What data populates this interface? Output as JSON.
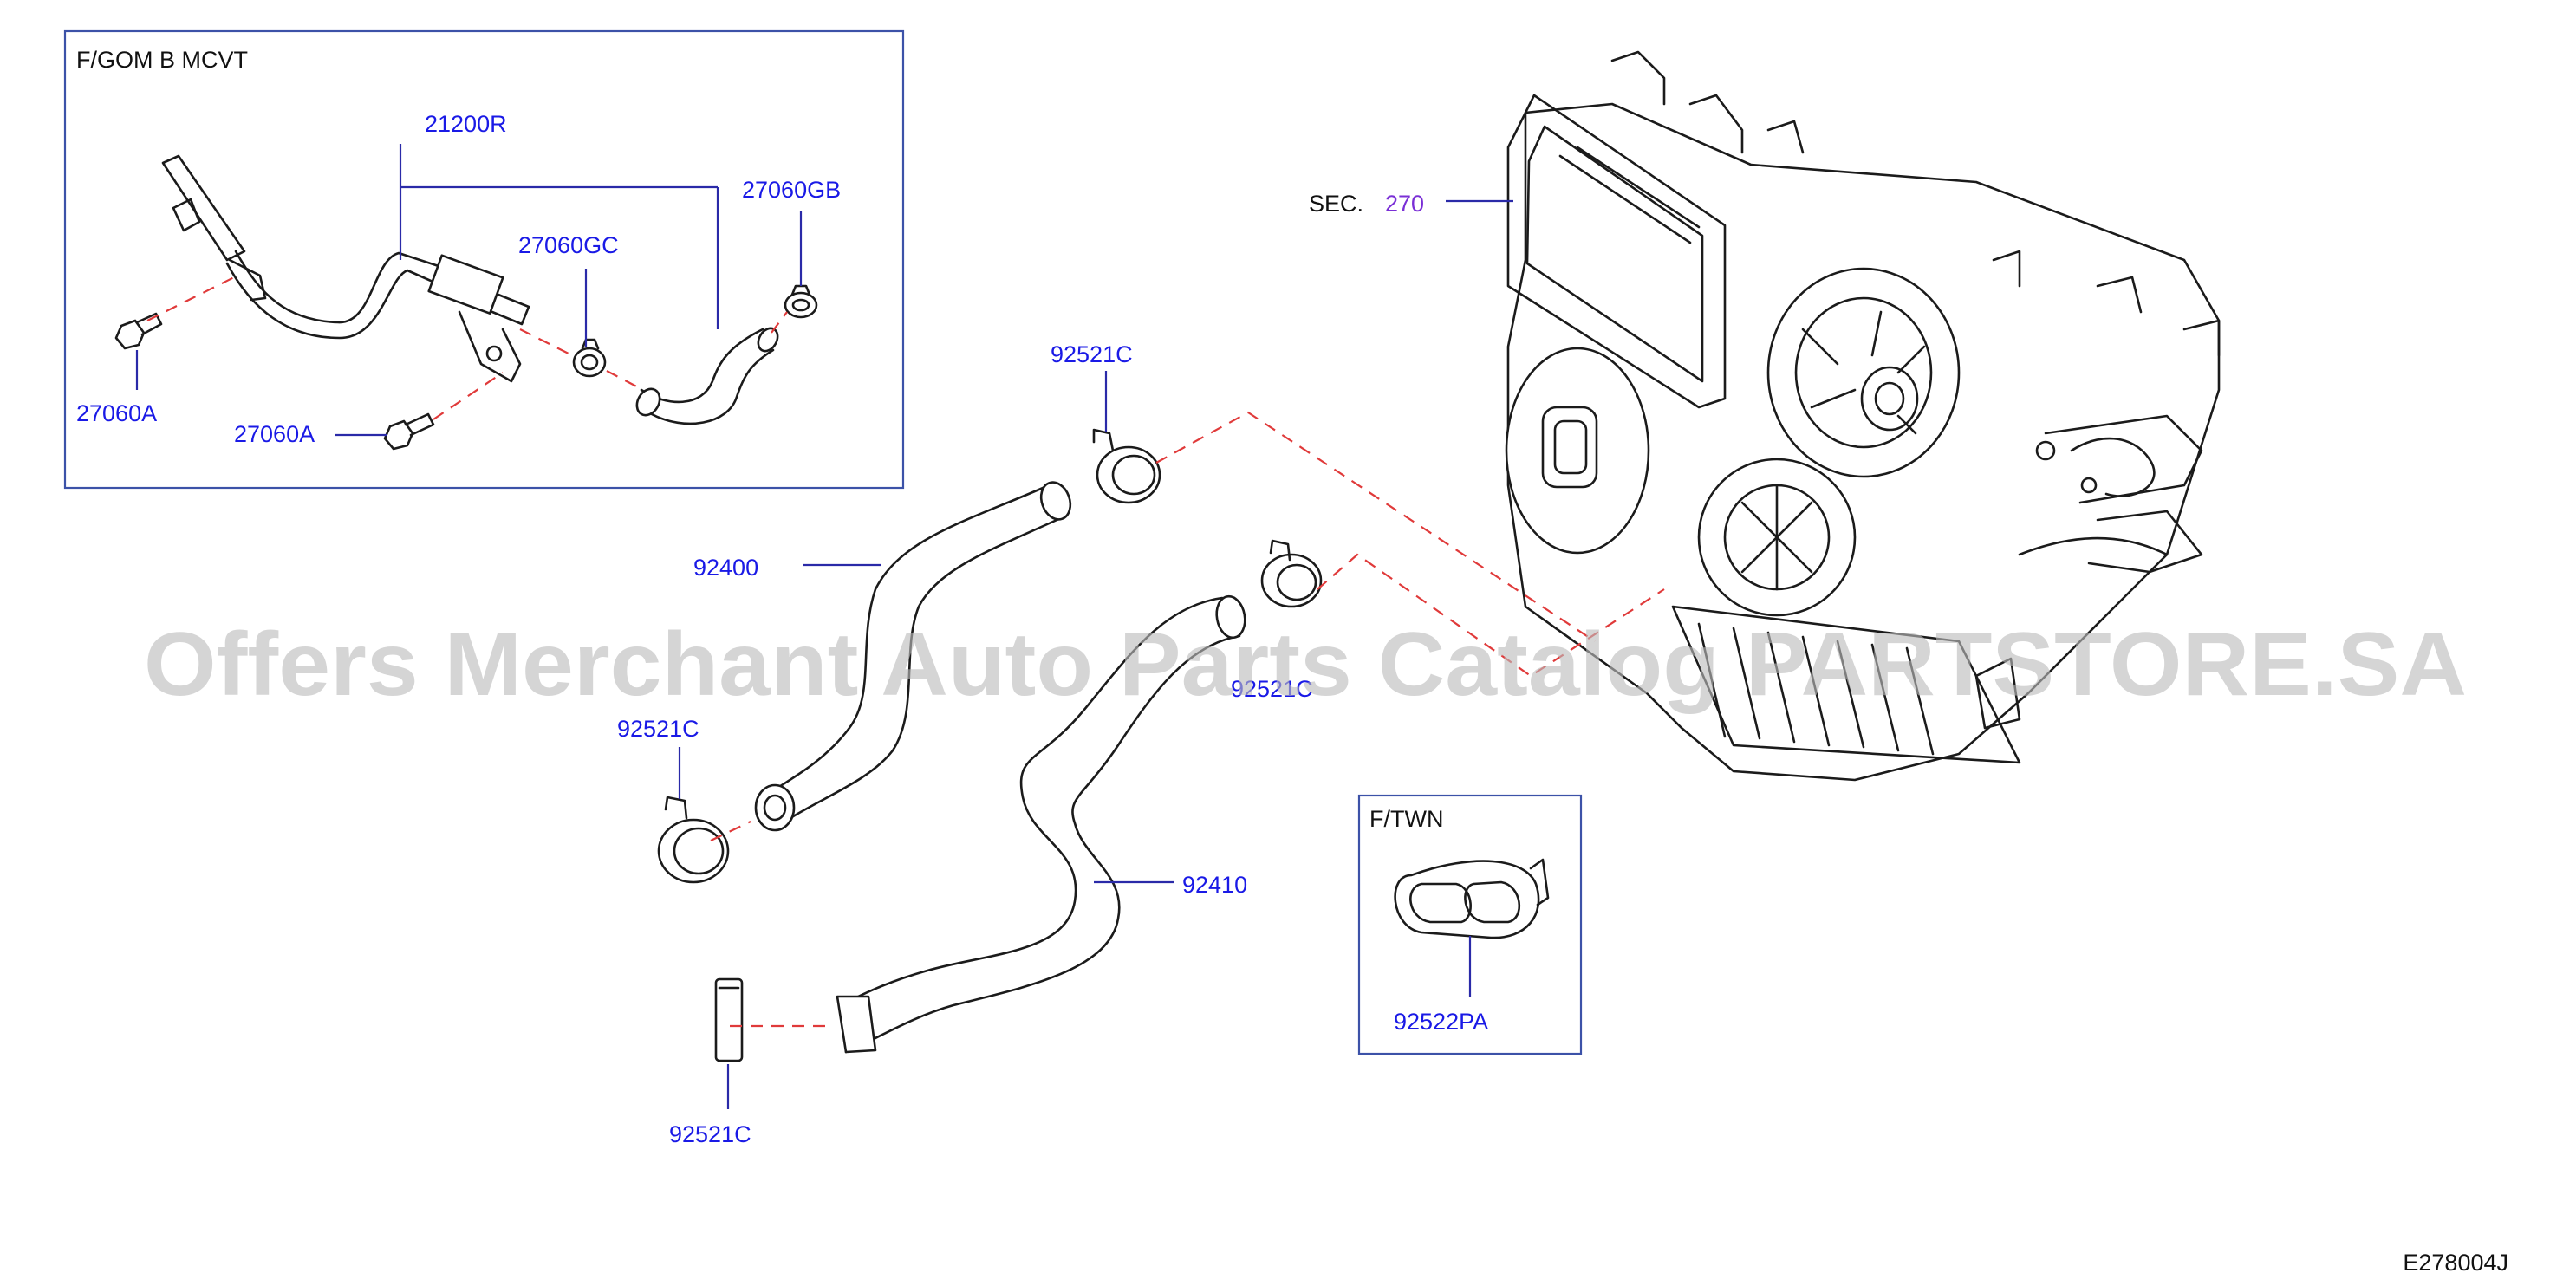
{
  "diagram": {
    "insets": {
      "fgom": {
        "title": "F/GOM   B   MCVT"
      },
      "ftwn": {
        "title": "F/TWN"
      }
    },
    "labels": {
      "p21200r": "21200R",
      "p27060gb": "27060GB",
      "p27060gc": "27060GC",
      "p27060a_left": "27060A",
      "p27060a_bottom": "27060A",
      "sec_prefix": "SEC.",
      "sec_number": "270",
      "p92521c_top": "92521C",
      "p92400": "92400",
      "p92521c_mid": "92521C",
      "p92521c_left": "92521C",
      "p92410": "92410",
      "p92522pa": "92522PA",
      "p92521c_bottom": "92521C"
    },
    "watermark": "Offers Merchant Auto Parts Catalog PARTSTORE.SA",
    "diagram_code": "E278004J"
  },
  "colors": {
    "part_number": "#1a1ae6",
    "section_number": "#7a2fd6",
    "leader_line": "#2a2aa8",
    "dashed_line": "#e03a3a",
    "inset_border": "#3c52a8",
    "drawing": "#1b1b1b",
    "watermark": "#bcbcbc"
  }
}
